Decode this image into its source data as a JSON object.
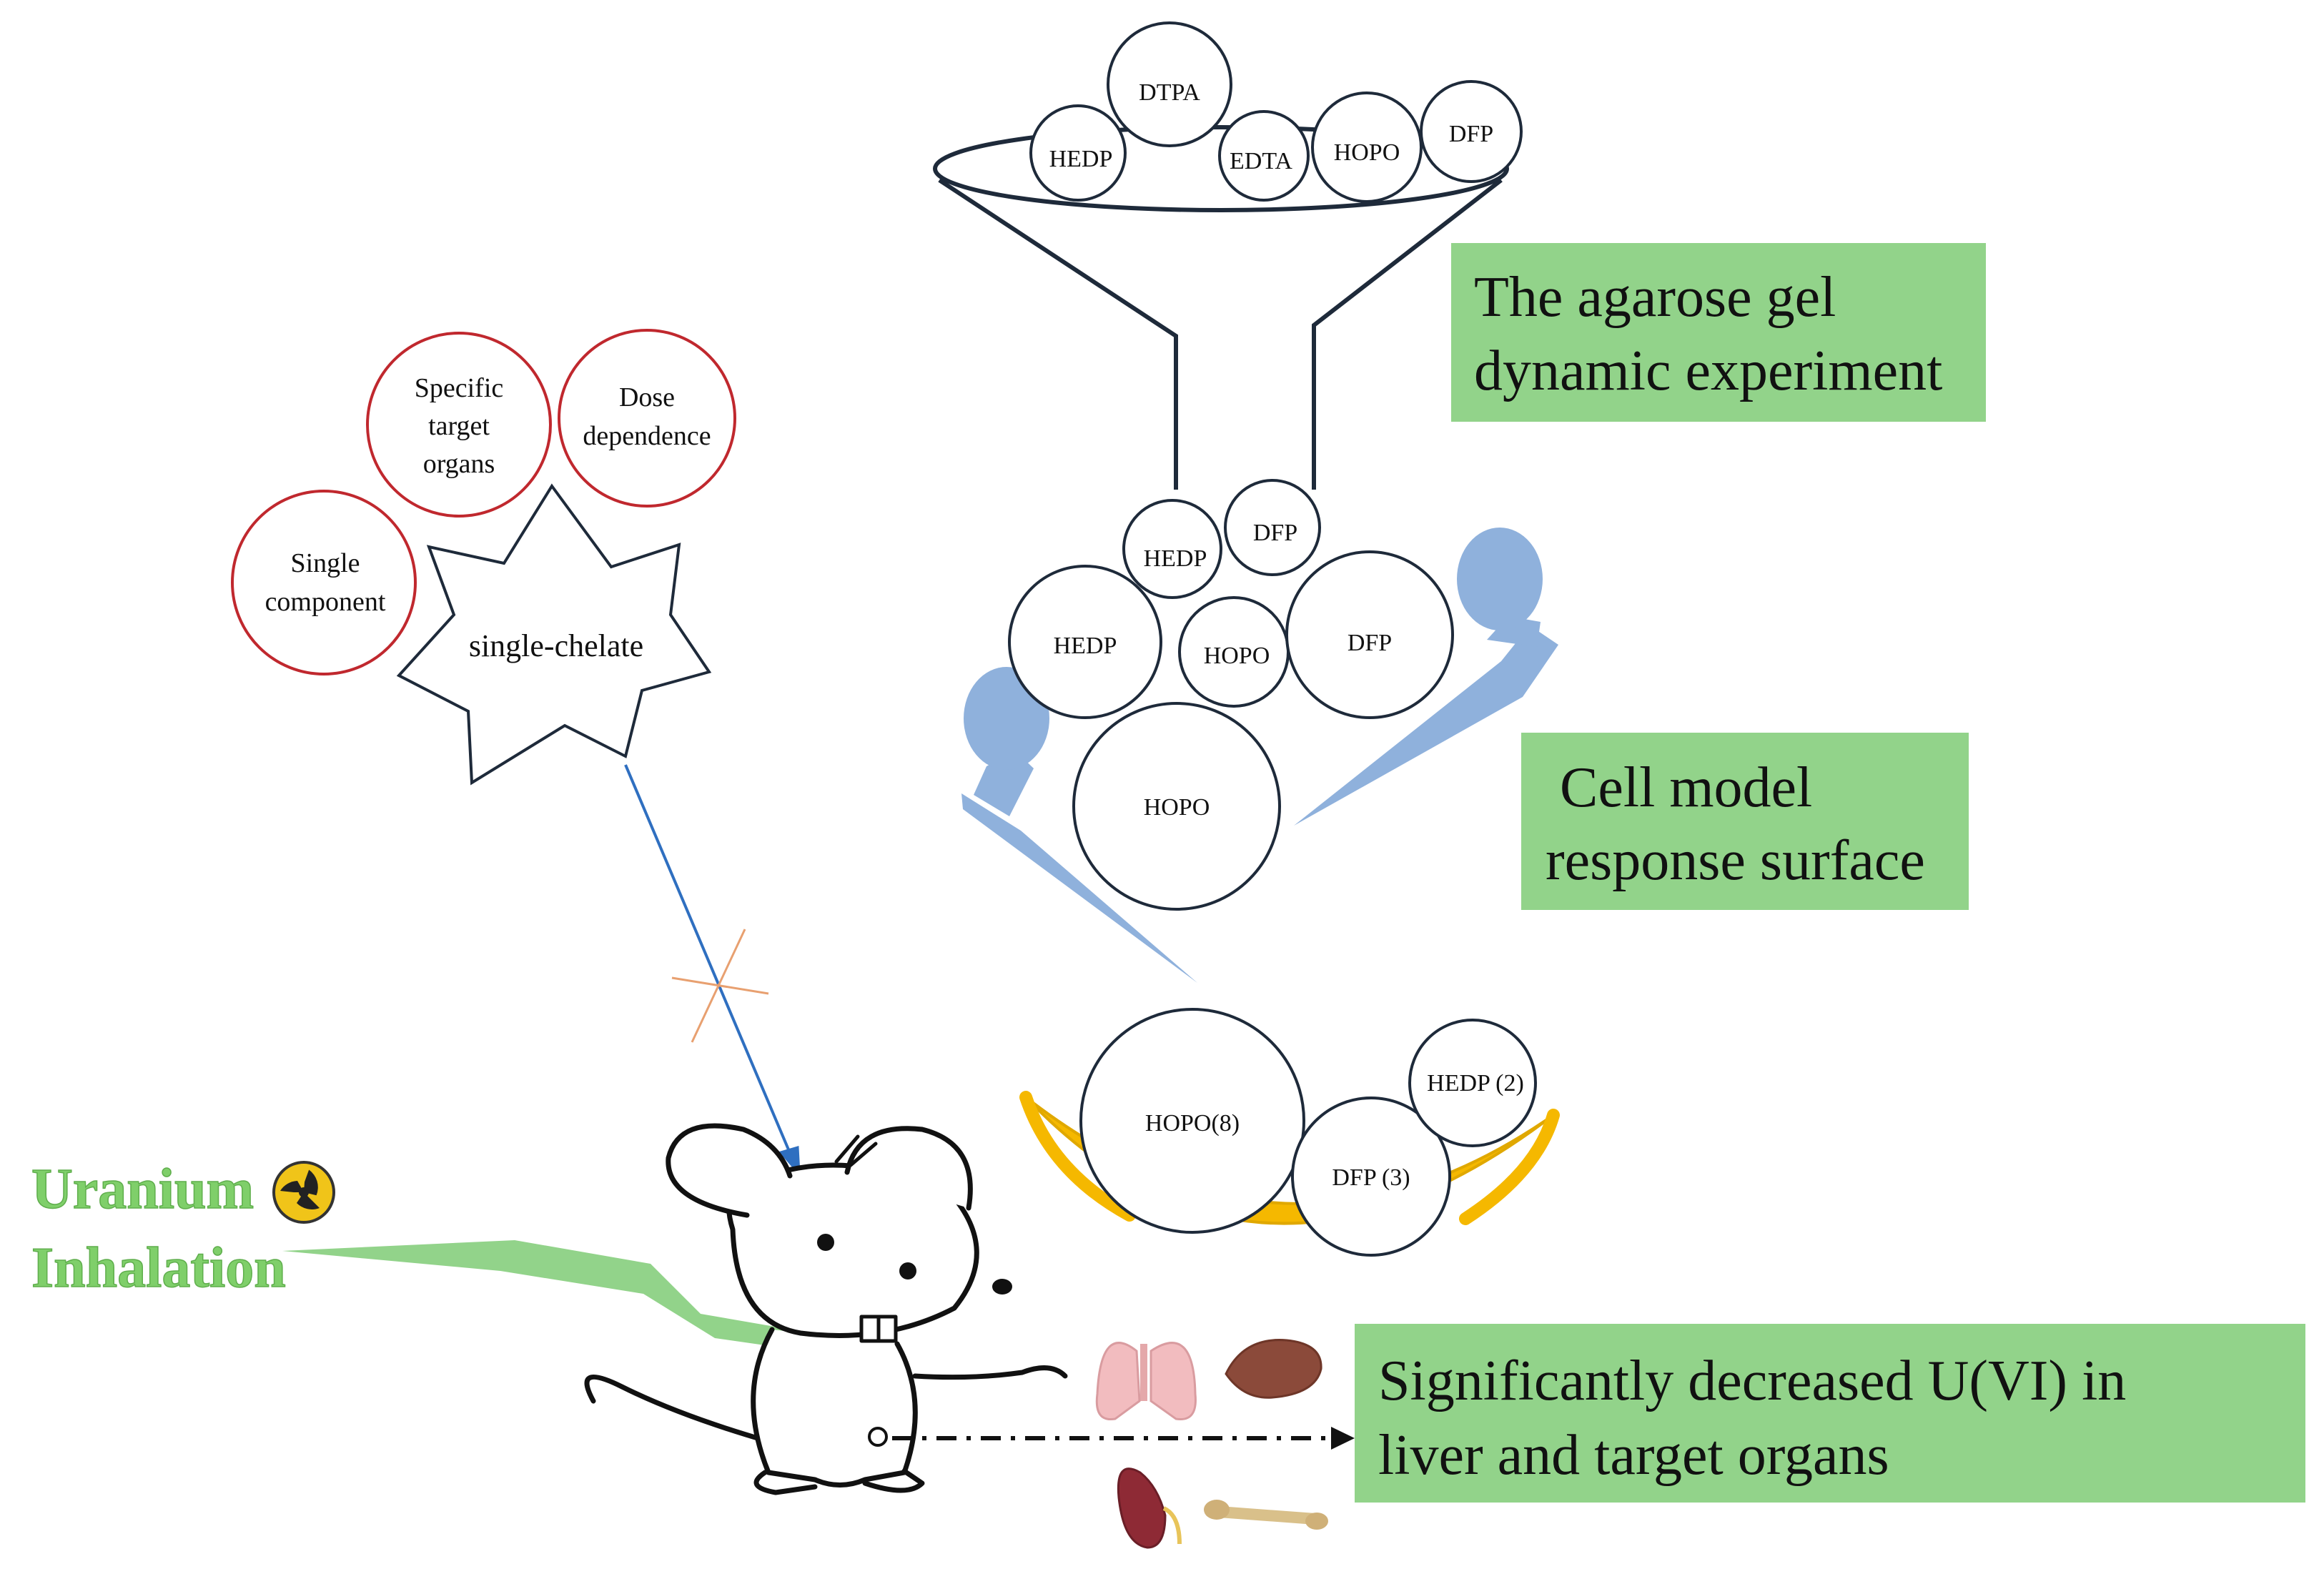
{
  "top_funnel": {
    "circles": [
      "DTPA",
      "HEDP",
      "EDTA",
      "HOPO",
      "DFP"
    ]
  },
  "funnel_mid": {
    "circles": [
      "HEDP",
      "DFP",
      "HEDP",
      "HOPO",
      "DFP",
      "HOPO"
    ]
  },
  "bowl": {
    "circles": [
      "HOPO(8)",
      "DFP (3)",
      "HEDP (2)"
    ]
  },
  "boxes": {
    "agarose": [
      "The agarose gel",
      "dynamic experiment"
    ],
    "cell_model": [
      "Cell model",
      "response surface"
    ],
    "result": [
      "Significantly decreased U(VI) in",
      "liver and target organs"
    ]
  },
  "single_chelate": {
    "center": "single-chelate",
    "single_component": [
      "Single",
      "component"
    ],
    "specific_target": [
      "Specific",
      "target",
      "organs"
    ],
    "dose_dependence": [
      "Dose",
      "dependence"
    ]
  },
  "uranium": {
    "line1": "Uranium",
    "line2": "Inhalation"
  },
  "icons": [
    "radiation-icon",
    "mouse-icon",
    "lungs-icon",
    "liver-icon",
    "kidney-icon",
    "bone-icon"
  ],
  "colors": {
    "green_box": "#92d38a",
    "red_circle": "#c0282e",
    "blue_arm": "#8fb1dc",
    "gold_bowl": "#f5b800",
    "arrow_blue": "#2f6fc0",
    "uranium_green": "#7fcf6a"
  }
}
